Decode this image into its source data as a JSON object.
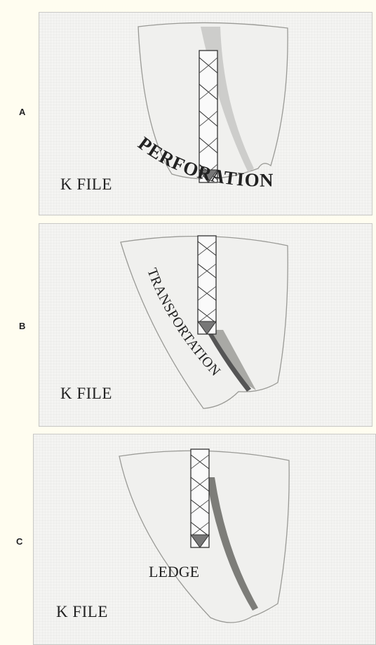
{
  "panels": [
    {
      "letter": "A",
      "file_label": "K FILE",
      "annotation": "PERFORATION"
    },
    {
      "letter": "B",
      "file_label": "K FILE",
      "annotation": "TRANSPORTATION"
    },
    {
      "letter": "C",
      "file_label": "K FILE",
      "annotation": "LEDGE"
    }
  ]
}
